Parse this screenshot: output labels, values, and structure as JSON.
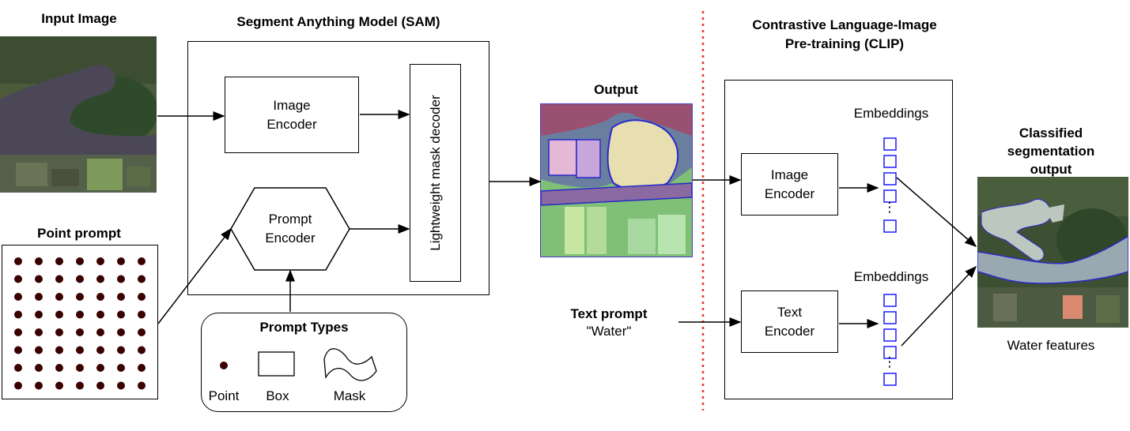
{
  "input_image": {
    "title": "Input Image"
  },
  "point_prompt": {
    "title": "Point prompt"
  },
  "sam": {
    "title": "Segment Anything Model (SAM)",
    "image_encoder": "Image\nEncoder",
    "prompt_encoder": "Prompt\nEncoder",
    "mask_decoder": "Lightweight mask decoder"
  },
  "prompt_types": {
    "title": "Prompt Types",
    "point": "Point",
    "box": "Box",
    "mask": "Mask"
  },
  "output": {
    "title": "Output"
  },
  "text_prompt": {
    "title": "Text prompt",
    "value": "\"Water\""
  },
  "clip": {
    "title": "Contrastive Language-Image\nPre-training (CLIP)",
    "image_encoder": "Image\nEncoder",
    "text_encoder": "Text\nEncoder",
    "embeddings_top": "Embeddings",
    "embeddings_bottom": "Embeddings",
    "ellipsis": "⋮"
  },
  "classified": {
    "title": "Classified\nsegmentation\noutput",
    "caption": "Water features"
  },
  "colors": {
    "separator": "#e53935",
    "embedding_box": "#1a1aff",
    "dot": "#3a0000"
  }
}
